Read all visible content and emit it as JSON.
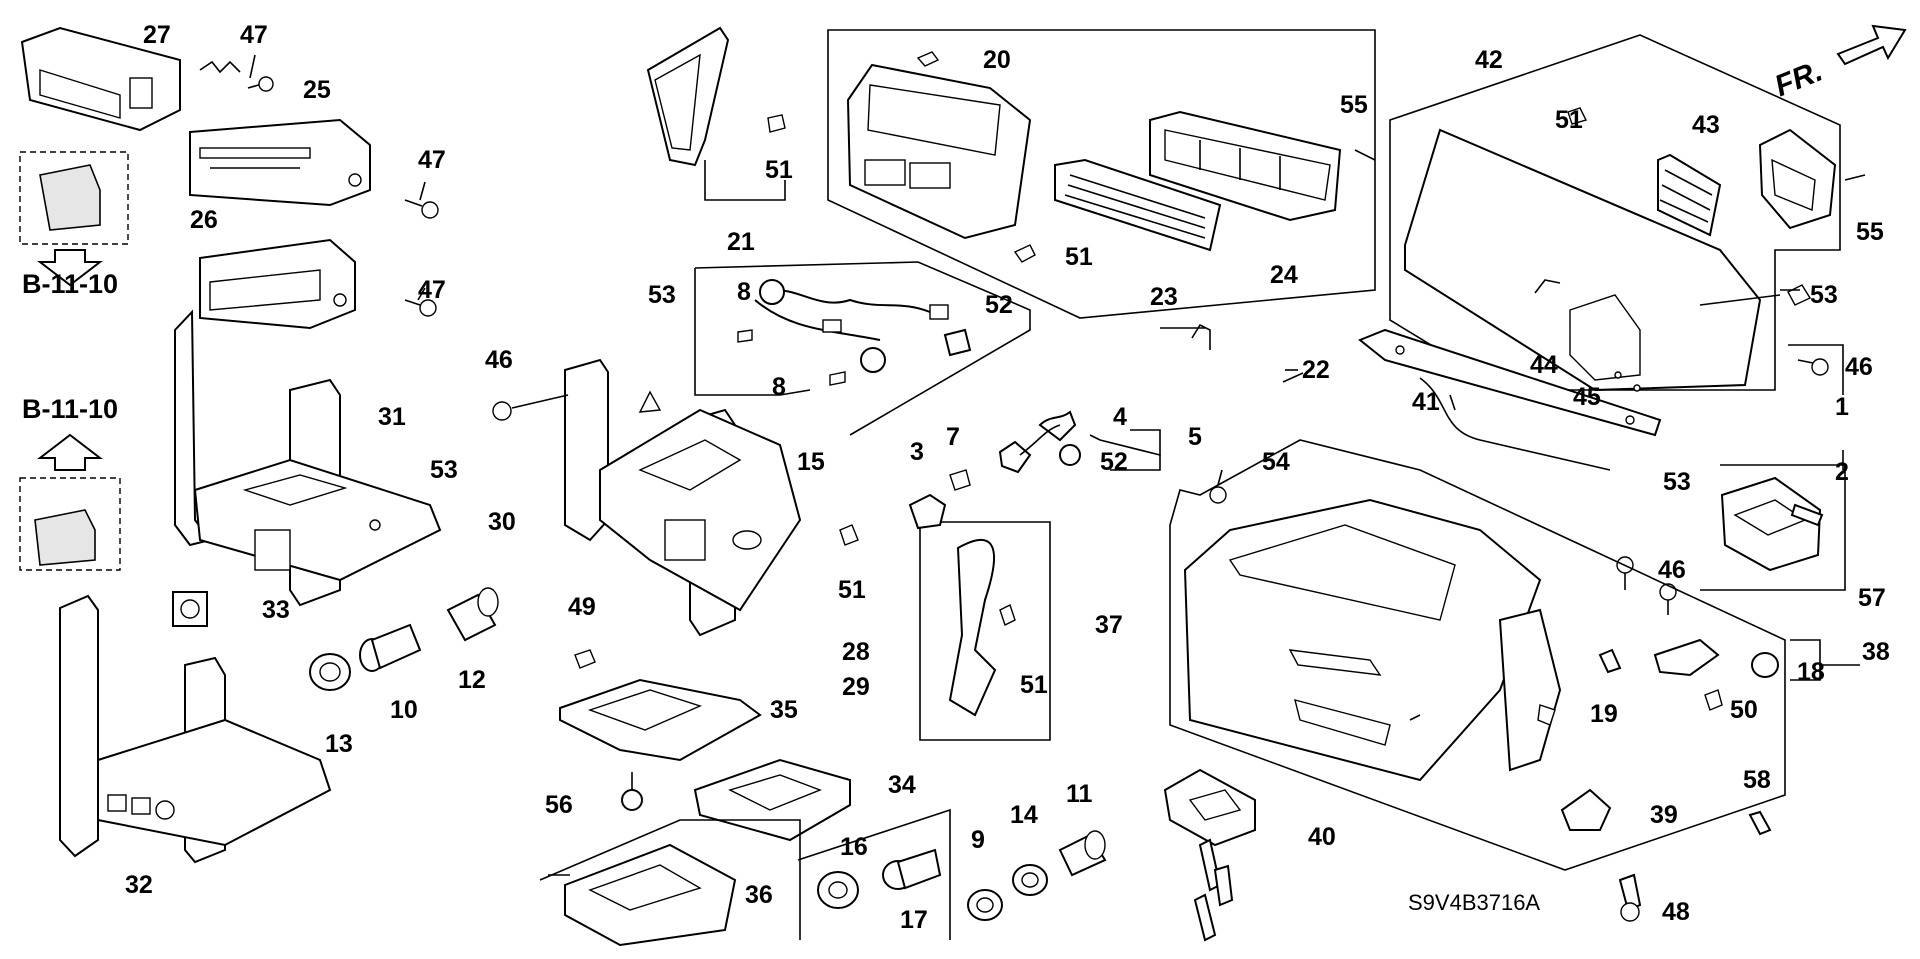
{
  "diagram": {
    "figure_code": "S9V4B3716A",
    "direction_label": "FR.",
    "reference_labels": [
      "B-11-10",
      "B-11-10"
    ],
    "callouts": [
      {
        "id": "c1",
        "text": "1"
      },
      {
        "id": "c2",
        "text": "2"
      },
      {
        "id": "c3",
        "text": "3"
      },
      {
        "id": "c4",
        "text": "4"
      },
      {
        "id": "c5",
        "text": "5"
      },
      {
        "id": "c7",
        "text": "7"
      },
      {
        "id": "c8a",
        "text": "8"
      },
      {
        "id": "c8b",
        "text": "8"
      },
      {
        "id": "c9",
        "text": "9"
      },
      {
        "id": "c10",
        "text": "10"
      },
      {
        "id": "c11",
        "text": "11"
      },
      {
        "id": "c12",
        "text": "12"
      },
      {
        "id": "c13",
        "text": "13"
      },
      {
        "id": "c14",
        "text": "14"
      },
      {
        "id": "c15",
        "text": "15"
      },
      {
        "id": "c16",
        "text": "16"
      },
      {
        "id": "c17",
        "text": "17"
      },
      {
        "id": "c18",
        "text": "18"
      },
      {
        "id": "c19",
        "text": "19"
      },
      {
        "id": "c20",
        "text": "20"
      },
      {
        "id": "c21",
        "text": "21"
      },
      {
        "id": "c22",
        "text": "22"
      },
      {
        "id": "c23",
        "text": "23"
      },
      {
        "id": "c24",
        "text": "24"
      },
      {
        "id": "c25",
        "text": "25"
      },
      {
        "id": "c26",
        "text": "26"
      },
      {
        "id": "c27",
        "text": "27"
      },
      {
        "id": "c28",
        "text": "28"
      },
      {
        "id": "c29",
        "text": "29"
      },
      {
        "id": "c30",
        "text": "30"
      },
      {
        "id": "c31",
        "text": "31"
      },
      {
        "id": "c32",
        "text": "32"
      },
      {
        "id": "c33",
        "text": "33"
      },
      {
        "id": "c34",
        "text": "34"
      },
      {
        "id": "c35",
        "text": "35"
      },
      {
        "id": "c36",
        "text": "36"
      },
      {
        "id": "c37",
        "text": "37"
      },
      {
        "id": "c38",
        "text": "38"
      },
      {
        "id": "c39",
        "text": "39"
      },
      {
        "id": "c40",
        "text": "40"
      },
      {
        "id": "c41",
        "text": "41"
      },
      {
        "id": "c42",
        "text": "42"
      },
      {
        "id": "c43",
        "text": "43"
      },
      {
        "id": "c44",
        "text": "44"
      },
      {
        "id": "c45",
        "text": "45"
      },
      {
        "id": "c46a",
        "text": "46"
      },
      {
        "id": "c46b",
        "text": "46"
      },
      {
        "id": "c46c",
        "text": "46"
      },
      {
        "id": "c47a",
        "text": "47"
      },
      {
        "id": "c47b",
        "text": "47"
      },
      {
        "id": "c47c",
        "text": "47"
      },
      {
        "id": "c48",
        "text": "48"
      },
      {
        "id": "c49",
        "text": "49"
      },
      {
        "id": "c50",
        "text": "50"
      },
      {
        "id": "c51a",
        "text": "51"
      },
      {
        "id": "c51b",
        "text": "51"
      },
      {
        "id": "c51c",
        "text": "51"
      },
      {
        "id": "c51d",
        "text": "51"
      },
      {
        "id": "c51e",
        "text": "51"
      },
      {
        "id": "c52a",
        "text": "52"
      },
      {
        "id": "c52b",
        "text": "52"
      },
      {
        "id": "c53a",
        "text": "53"
      },
      {
        "id": "c53b",
        "text": "53"
      },
      {
        "id": "c53c",
        "text": "53"
      },
      {
        "id": "c53d",
        "text": "53"
      },
      {
        "id": "c54",
        "text": "54"
      },
      {
        "id": "c55a",
        "text": "55"
      },
      {
        "id": "c55b",
        "text": "55"
      },
      {
        "id": "c56",
        "text": "56"
      },
      {
        "id": "c57",
        "text": "57"
      },
      {
        "id": "c58",
        "text": "58"
      }
    ]
  }
}
